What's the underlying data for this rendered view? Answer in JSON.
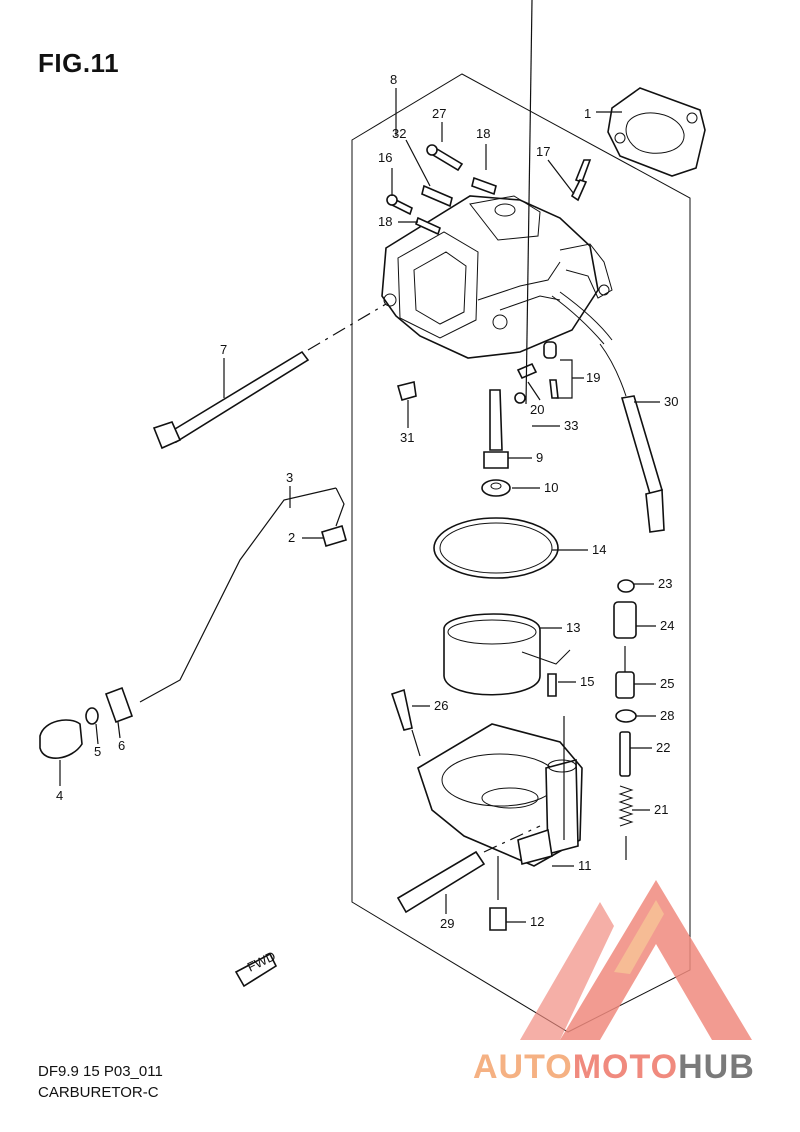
{
  "figure": {
    "title": "FIG.11",
    "code": "DF9.9 15 P03_011",
    "name": "CARBURETOR-C"
  },
  "callouts": [
    "1",
    "2",
    "3",
    "4",
    "5",
    "6",
    "7",
    "8",
    "9",
    "10",
    "11",
    "12",
    "13",
    "14",
    "15",
    "16",
    "17",
    "18",
    "18",
    "19",
    "20",
    "21",
    "22",
    "23",
    "24",
    "25",
    "26",
    "27",
    "28",
    "29",
    "30",
    "31",
    "32",
    "33"
  ],
  "direction_tag": "FWD",
  "watermark": {
    "part1": "AUTO",
    "part2": "MOTO",
    "part3": "HUB",
    "colors": [
      "#f5b183",
      "#f08a7e",
      "#7a7a7a"
    ]
  }
}
